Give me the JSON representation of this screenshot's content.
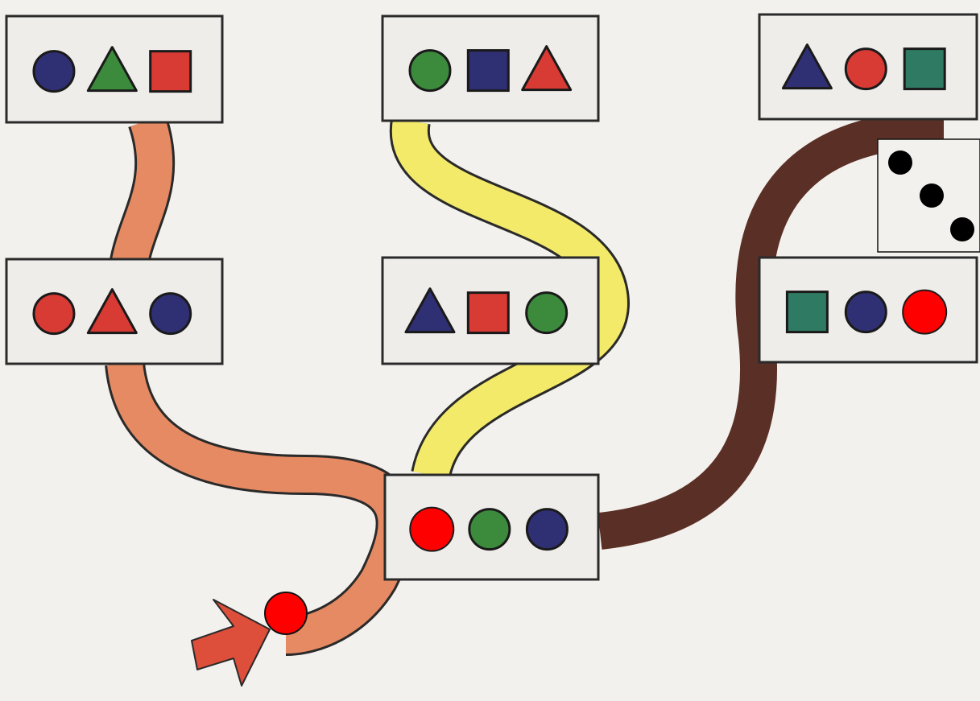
{
  "colors": {
    "background": "#f3f1ee",
    "card_fill": "#eeedea",
    "card_stroke": "#2a2a2a",
    "navy": "#2f2f73",
    "green": "#3c8a3c",
    "red": "#d83a34",
    "teal": "#2f7a62",
    "path_orange": "#e58a62",
    "path_yellow": "#f3ea6a",
    "path_brown": "#5a2f25",
    "marker_red": "#ff0000",
    "marker_black": "#000000",
    "arrow_red": "#dd4f3a"
  },
  "puzzle": {
    "start_arrow": "arrow-icon",
    "cards": [
      {
        "id": "card-top-left",
        "shapes": [
          {
            "shape": "circle",
            "color": "navy"
          },
          {
            "shape": "triangle",
            "color": "green"
          },
          {
            "shape": "square",
            "color": "red"
          }
        ]
      },
      {
        "id": "card-top-middle",
        "shapes": [
          {
            "shape": "circle",
            "color": "green"
          },
          {
            "shape": "square",
            "color": "navy"
          },
          {
            "shape": "triangle",
            "color": "red"
          }
        ]
      },
      {
        "id": "card-top-right",
        "shapes": [
          {
            "shape": "triangle",
            "color": "navy"
          },
          {
            "shape": "circle",
            "color": "red"
          },
          {
            "shape": "square",
            "color": "teal"
          }
        ]
      },
      {
        "id": "card-mid-left",
        "shapes": [
          {
            "shape": "circle",
            "color": "red"
          },
          {
            "shape": "triangle",
            "color": "red"
          },
          {
            "shape": "circle",
            "color": "navy"
          }
        ]
      },
      {
        "id": "card-mid-middle",
        "shapes": [
          {
            "shape": "triangle",
            "color": "navy"
          },
          {
            "shape": "square",
            "color": "red"
          },
          {
            "shape": "circle",
            "color": "green"
          }
        ]
      },
      {
        "id": "card-mid-right",
        "shapes": [
          {
            "shape": "square",
            "color": "teal"
          },
          {
            "shape": "circle",
            "color": "navy"
          },
          {
            "shape": "circle",
            "color": "marker_red"
          }
        ]
      },
      {
        "id": "card-bottom-center",
        "shapes": [
          {
            "shape": "circle",
            "color": "marker_red"
          },
          {
            "shape": "circle",
            "color": "green"
          },
          {
            "shape": "circle",
            "color": "navy"
          }
        ]
      }
    ],
    "paths": [
      {
        "id": "orange-path",
        "color": "path_orange"
      },
      {
        "id": "yellow-path",
        "color": "path_yellow"
      },
      {
        "id": "brown-path",
        "color": "path_brown"
      }
    ],
    "hint_dots": 3
  }
}
